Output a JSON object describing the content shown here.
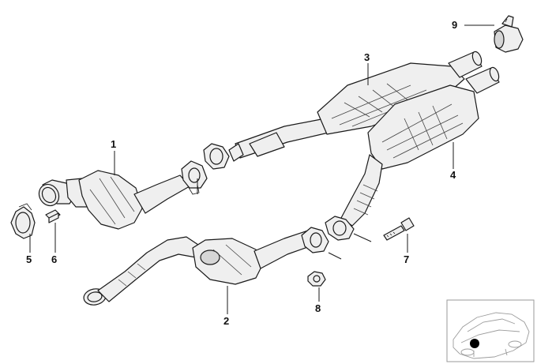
{
  "callouts": {
    "c1": "1",
    "c2": "2",
    "c3": "3",
    "c4": "4",
    "c5": "5",
    "c6": "6",
    "c7": "7",
    "c8": "8",
    "c9": "9"
  },
  "inset": {
    "marker_color": "#000000"
  },
  "colors": {
    "line": "#1a1a1a",
    "fill": "#efefef"
  }
}
